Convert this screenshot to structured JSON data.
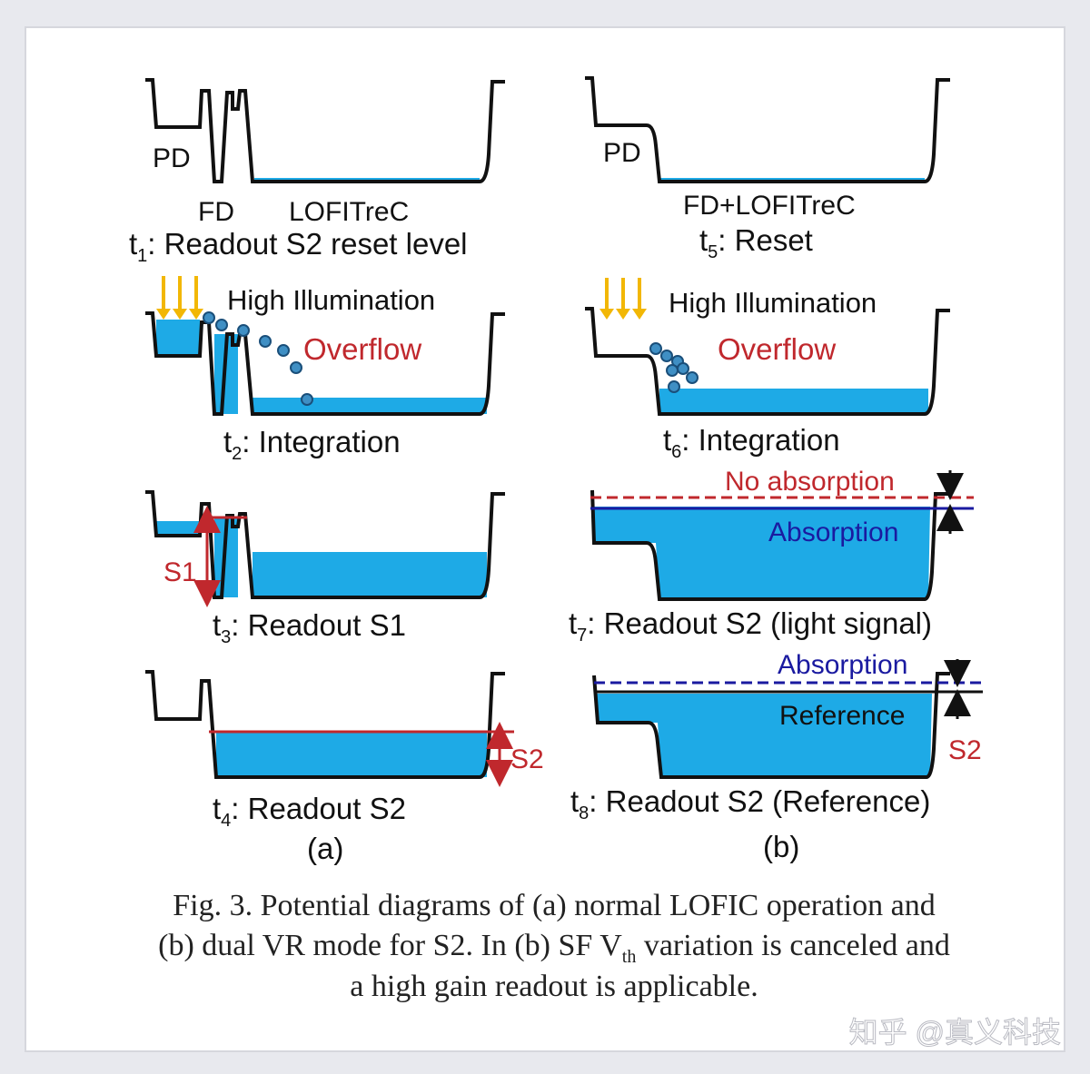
{
  "colors": {
    "water": "#1eaae6",
    "outline": "#111111",
    "red": "#c0282d",
    "navy": "#1a1aa0",
    "arrow_yellow": "#f2b705",
    "electron": "#3f8fc4",
    "background": "#ffffff",
    "frame": "#e8e9ee"
  },
  "panel_a": {
    "t1": {
      "label_pd": "PD",
      "label_fd": "FD",
      "label_lofitrec": "LOFITreC",
      "t_main": "t",
      "t_sub": "1",
      "caption": ": Readout  S2 reset level"
    },
    "t2": {
      "illumination": "High Illumination",
      "overflow": "Overflow",
      "t_main": "t",
      "t_sub": "2",
      "caption": ": Integration"
    },
    "t3": {
      "s1": "S1",
      "t_main": "t",
      "t_sub": "3",
      "caption": ": Readout  S1"
    },
    "t4": {
      "s2": "S2",
      "t_main": "t",
      "t_sub": "4",
      "caption": ": Readout  S2"
    },
    "tag": "(a)"
  },
  "panel_b": {
    "t5": {
      "label_pd": "PD",
      "label_fd_lofitrec": "FD+LOFITreC",
      "t_main": "t",
      "t_sub": "5",
      "caption": ": Reset"
    },
    "t6": {
      "illumination": "High Illumination",
      "overflow": "Overflow",
      "t_main": "t",
      "t_sub": "6",
      "caption": ": Integration"
    },
    "t7": {
      "no_absorption": "No absorption",
      "absorption": "Absorption",
      "t_main": "t",
      "t_sub": "7",
      "caption": ": Readout  S2 (light signal)"
    },
    "t8": {
      "absorption": "Absorption",
      "reference": "Reference",
      "s2": "S2",
      "t_main": "t",
      "t_sub": "8",
      "caption": ": Readout  S2 (Reference)"
    },
    "tag": "(b)"
  },
  "figure_caption": {
    "line1": "Fig. 3. Potential diagrams of (a) normal LOFIC operation and",
    "line2_pre": "(b) dual VR mode for S2. In (b) SF V",
    "line2_sub": "th",
    "line2_post": " variation is canceled and",
    "line3": "a high gain readout is applicable."
  },
  "watermark": "知乎 @真义科技"
}
